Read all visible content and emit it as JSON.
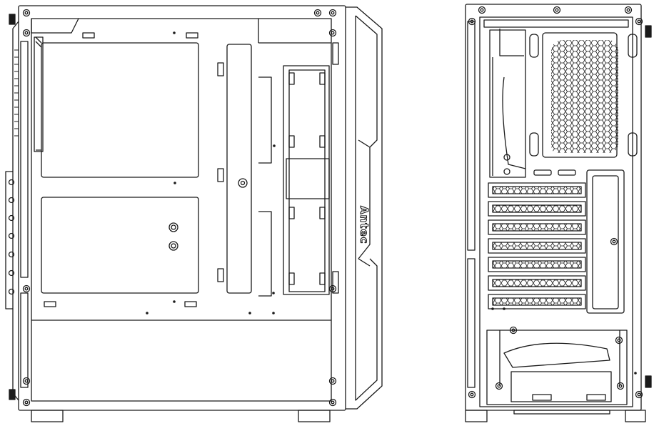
{
  "figure": {
    "views": [
      {
        "name": "side-view",
        "brand_text": "Antec"
      },
      {
        "name": "rear-view"
      }
    ],
    "expansion_slot_count": 7,
    "colors": {
      "line": "#1a1a1a",
      "background": "#ffffff"
    }
  }
}
